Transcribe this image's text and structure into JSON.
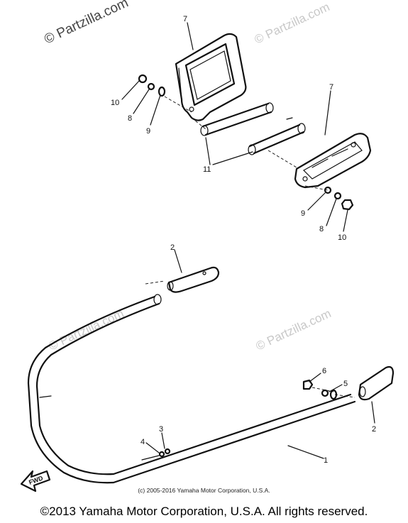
{
  "watermarks": {
    "main": "© Partzilla.com",
    "faint": "© Partzilla.com"
  },
  "callouts": {
    "p7_top": "7",
    "p7_right": "7",
    "p10_top": "10",
    "p8_top": "8",
    "p9_top": "9",
    "p11": "11",
    "p9_bottom": "9",
    "p8_bottom": "8",
    "p10_bottom": "10",
    "p2_top": "2",
    "p6": "6",
    "p5": "5",
    "p2_bottom": "2",
    "p3": "3",
    "p4": "4",
    "p1": "1"
  },
  "fwd_label": "FWD",
  "footer": {
    "diagram_copyright": "(c) 2005-2016 Yamaha Motor Corporation, U.S.A.",
    "rights_notice": "©2013 Yamaha Motor Corporation, U.S.A. All rights reserved."
  }
}
